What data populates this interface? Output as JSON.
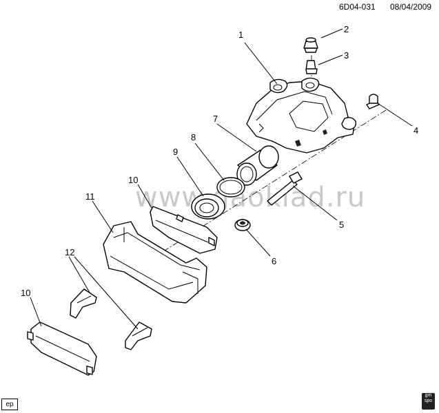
{
  "header": {
    "code": "6D04-031",
    "date": "08/04/2009"
  },
  "watermark": "www.gaoklad.ru",
  "callouts": [
    "1",
    "2",
    "3",
    "4",
    "5",
    "6",
    "7",
    "8",
    "9",
    "10",
    "11",
    "12",
    "10"
  ],
  "footer": {
    "badge": "ep",
    "logo": "gm spo"
  }
}
